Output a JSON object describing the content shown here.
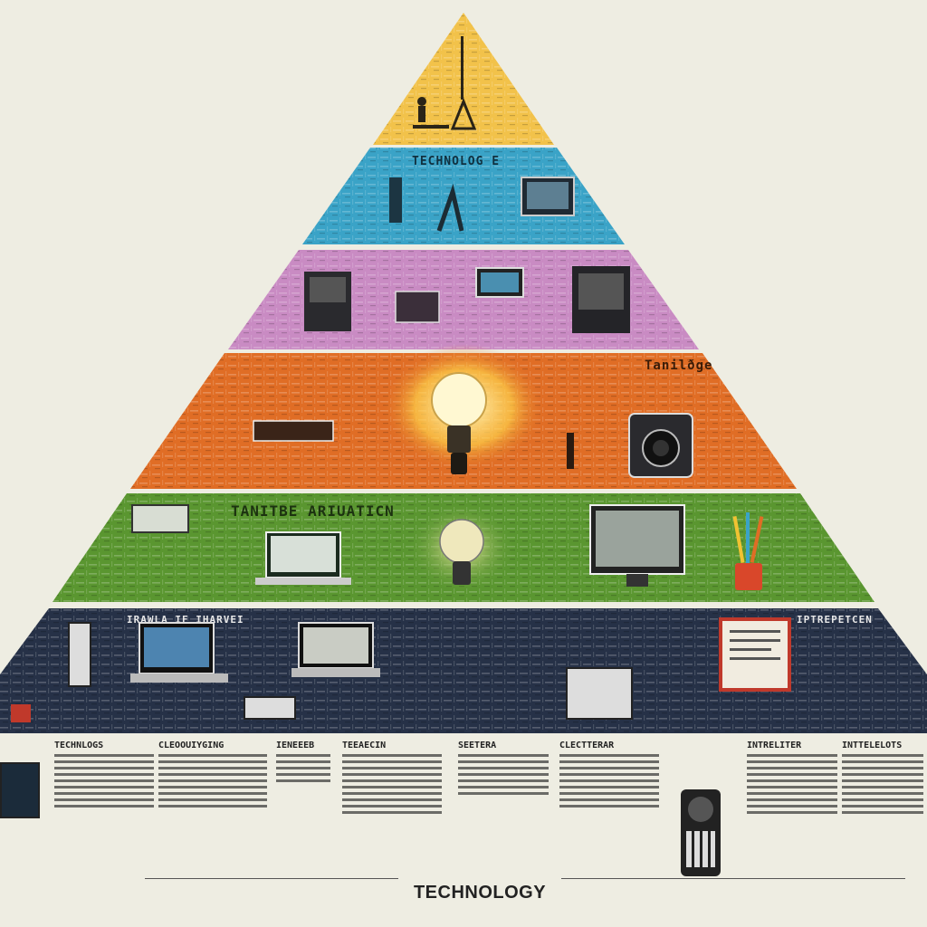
{
  "tiers": [
    {
      "name": "tier-apex",
      "color": "#f2c24a",
      "label": ""
    },
    {
      "name": "tier-two",
      "color": "#3aa3c7",
      "label": "TECHNOLOG  E"
    },
    {
      "name": "tier-three",
      "color": "#c98bc3",
      "label": ""
    },
    {
      "name": "tier-four",
      "color": "#e06d25",
      "label": "Tanilðge"
    },
    {
      "name": "tier-five",
      "color": "#5a9630",
      "label": "TANITBE ARIUATICN"
    },
    {
      "name": "tier-base",
      "color": "#263147",
      "label": "IRAWLA  IF   IHARVEI"
    }
  ],
  "base_right_label": "IPTREPETCEN",
  "legend_columns": [
    {
      "heading": "TECHNLOGS"
    },
    {
      "heading": "CLEOOUIYGING"
    },
    {
      "heading": "IENEEEB"
    },
    {
      "heading": "TEEAECIN"
    },
    {
      "heading": "SEETERA"
    },
    {
      "heading": "CLECTTERAR"
    },
    {
      "heading": "INTRELITER"
    },
    {
      "heading": "INTTELELOTS"
    }
  ],
  "footer_title": "TECHNOLOGY",
  "icons": {
    "lightbulb": "lightbulb-icon",
    "camera": "camera-icon",
    "laptop": "laptop-icon",
    "monitor": "monitor-icon",
    "pencil_cup": "pencil-cup-icon",
    "phone": "phone-icon"
  }
}
